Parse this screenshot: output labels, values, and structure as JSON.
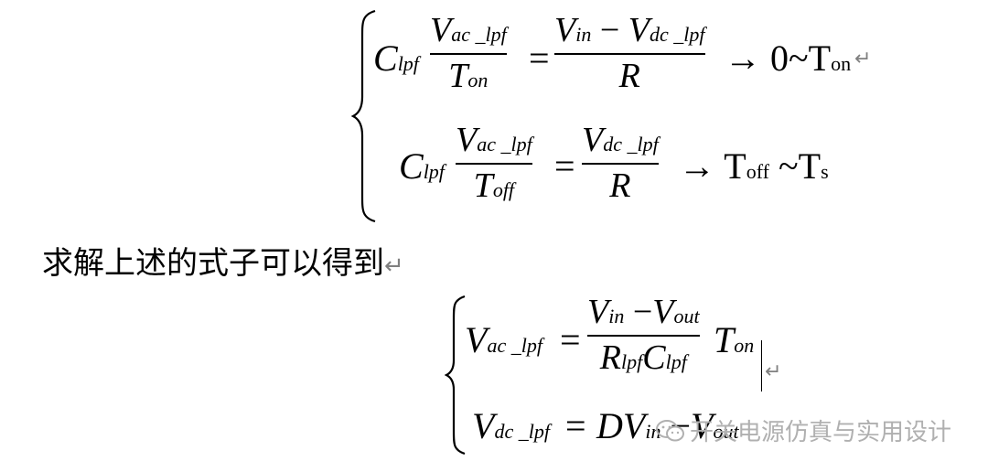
{
  "eq1": {
    "row1": {
      "lhs_var": "C",
      "lhs_sub": "lpf",
      "num_var": "V",
      "num_sub": "ac _lpf",
      "den_var": "T",
      "den_sub": "on",
      "eq": "=",
      "rnum_a": "V",
      "rnum_a_sub": "in",
      "rnum_minus": " − ",
      "rnum_b": "V",
      "rnum_b_sub": "dc _lpf",
      "rden": "R",
      "arrow": "→ 0~T",
      "range_sub": "on",
      "return_mark": "↵"
    },
    "row2": {
      "lhs_var": "C",
      "lhs_sub": "lpf",
      "num_var": "V",
      "num_sub": "ac _lpf",
      "den_var": "T",
      "den_sub": "off",
      "eq": "=",
      "rnum_a": "V",
      "rnum_a_sub": "dc _lpf",
      "rden": "R",
      "arrow": "→ T",
      "range_sub1": "off",
      "range_mid": " ~T",
      "range_sub2": "s"
    }
  },
  "text_line": "求解上述的式子可以得到",
  "text_return": "↵",
  "eq2": {
    "row1": {
      "lhs_var": "V",
      "lhs_sub": "ac _lpf",
      "eq": "=",
      "num_a": "V",
      "num_a_sub": "in",
      "num_minus": " −",
      "num_b": "V",
      "num_b_sub": "out",
      "den_a": "R",
      "den_a_sub": "lpf",
      "den_b": "C",
      "den_b_sub": "lpf",
      "tail": "T",
      "tail_sub": "on",
      "return_mark": "↵"
    },
    "row2": {
      "lhs_var": "V",
      "lhs_sub": "dc _lpf",
      "eq": "=",
      "rhs_a": "DV",
      "rhs_a_sub": "in",
      "rhs_minus": " −",
      "rhs_b": "V",
      "rhs_b_sub": "out"
    }
  },
  "watermark": "开关电源仿真与实用设计"
}
